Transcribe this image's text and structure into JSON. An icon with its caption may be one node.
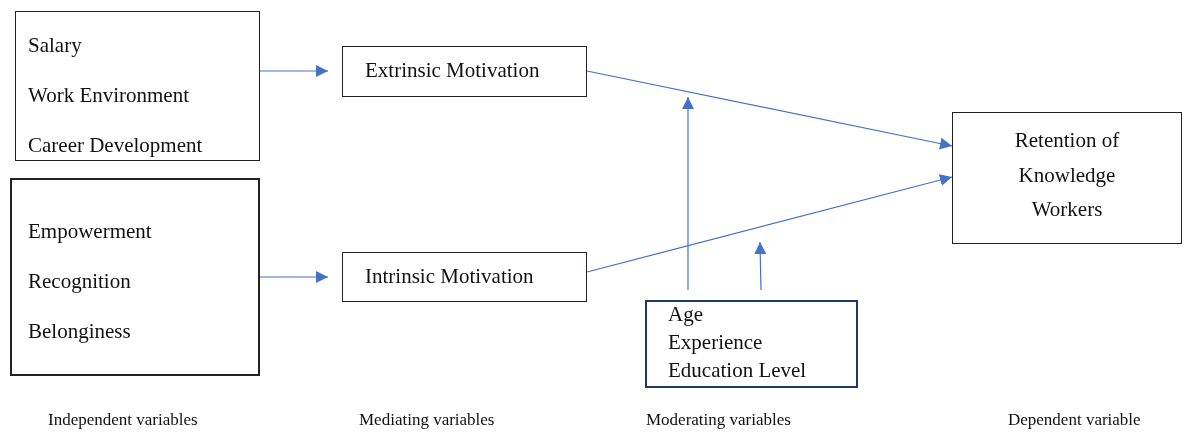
{
  "diagram": {
    "nodes": [
      {
        "text": [
          "Salary",
          "Work Environment",
          "Career Development"
        ]
      },
      {
        "text": [
          "Empowerment",
          "Recognition",
          "Belonginess"
        ]
      },
      {
        "text": [
          "Extrinsic Motivation"
        ]
      },
      {
        "text": [
          "Intrinsic Motivation"
        ]
      },
      {
        "text": [
          "Retention of Knowledge Workers"
        ]
      },
      {
        "text": [
          "Age",
          "Experience",
          "Education Level"
        ]
      }
    ],
    "edges": [
      {
        "from": 0,
        "to": 2,
        "arrow": "to"
      },
      {
        "from": 1,
        "to": 3,
        "arrow": "to"
      },
      {
        "from": 2,
        "to": 4,
        "arrow": "to"
      },
      {
        "from": 3,
        "to": 4,
        "arrow": "to"
      },
      {
        "from": 5,
        "to": null,
        "arrow": "to"
      },
      {
        "from": 5,
        "to": null,
        "arrow": "to"
      }
    ],
    "labels": [
      "Independent variables",
      "Mediating variables",
      "Moderating variables",
      "Dependent variable"
    ]
  }
}
